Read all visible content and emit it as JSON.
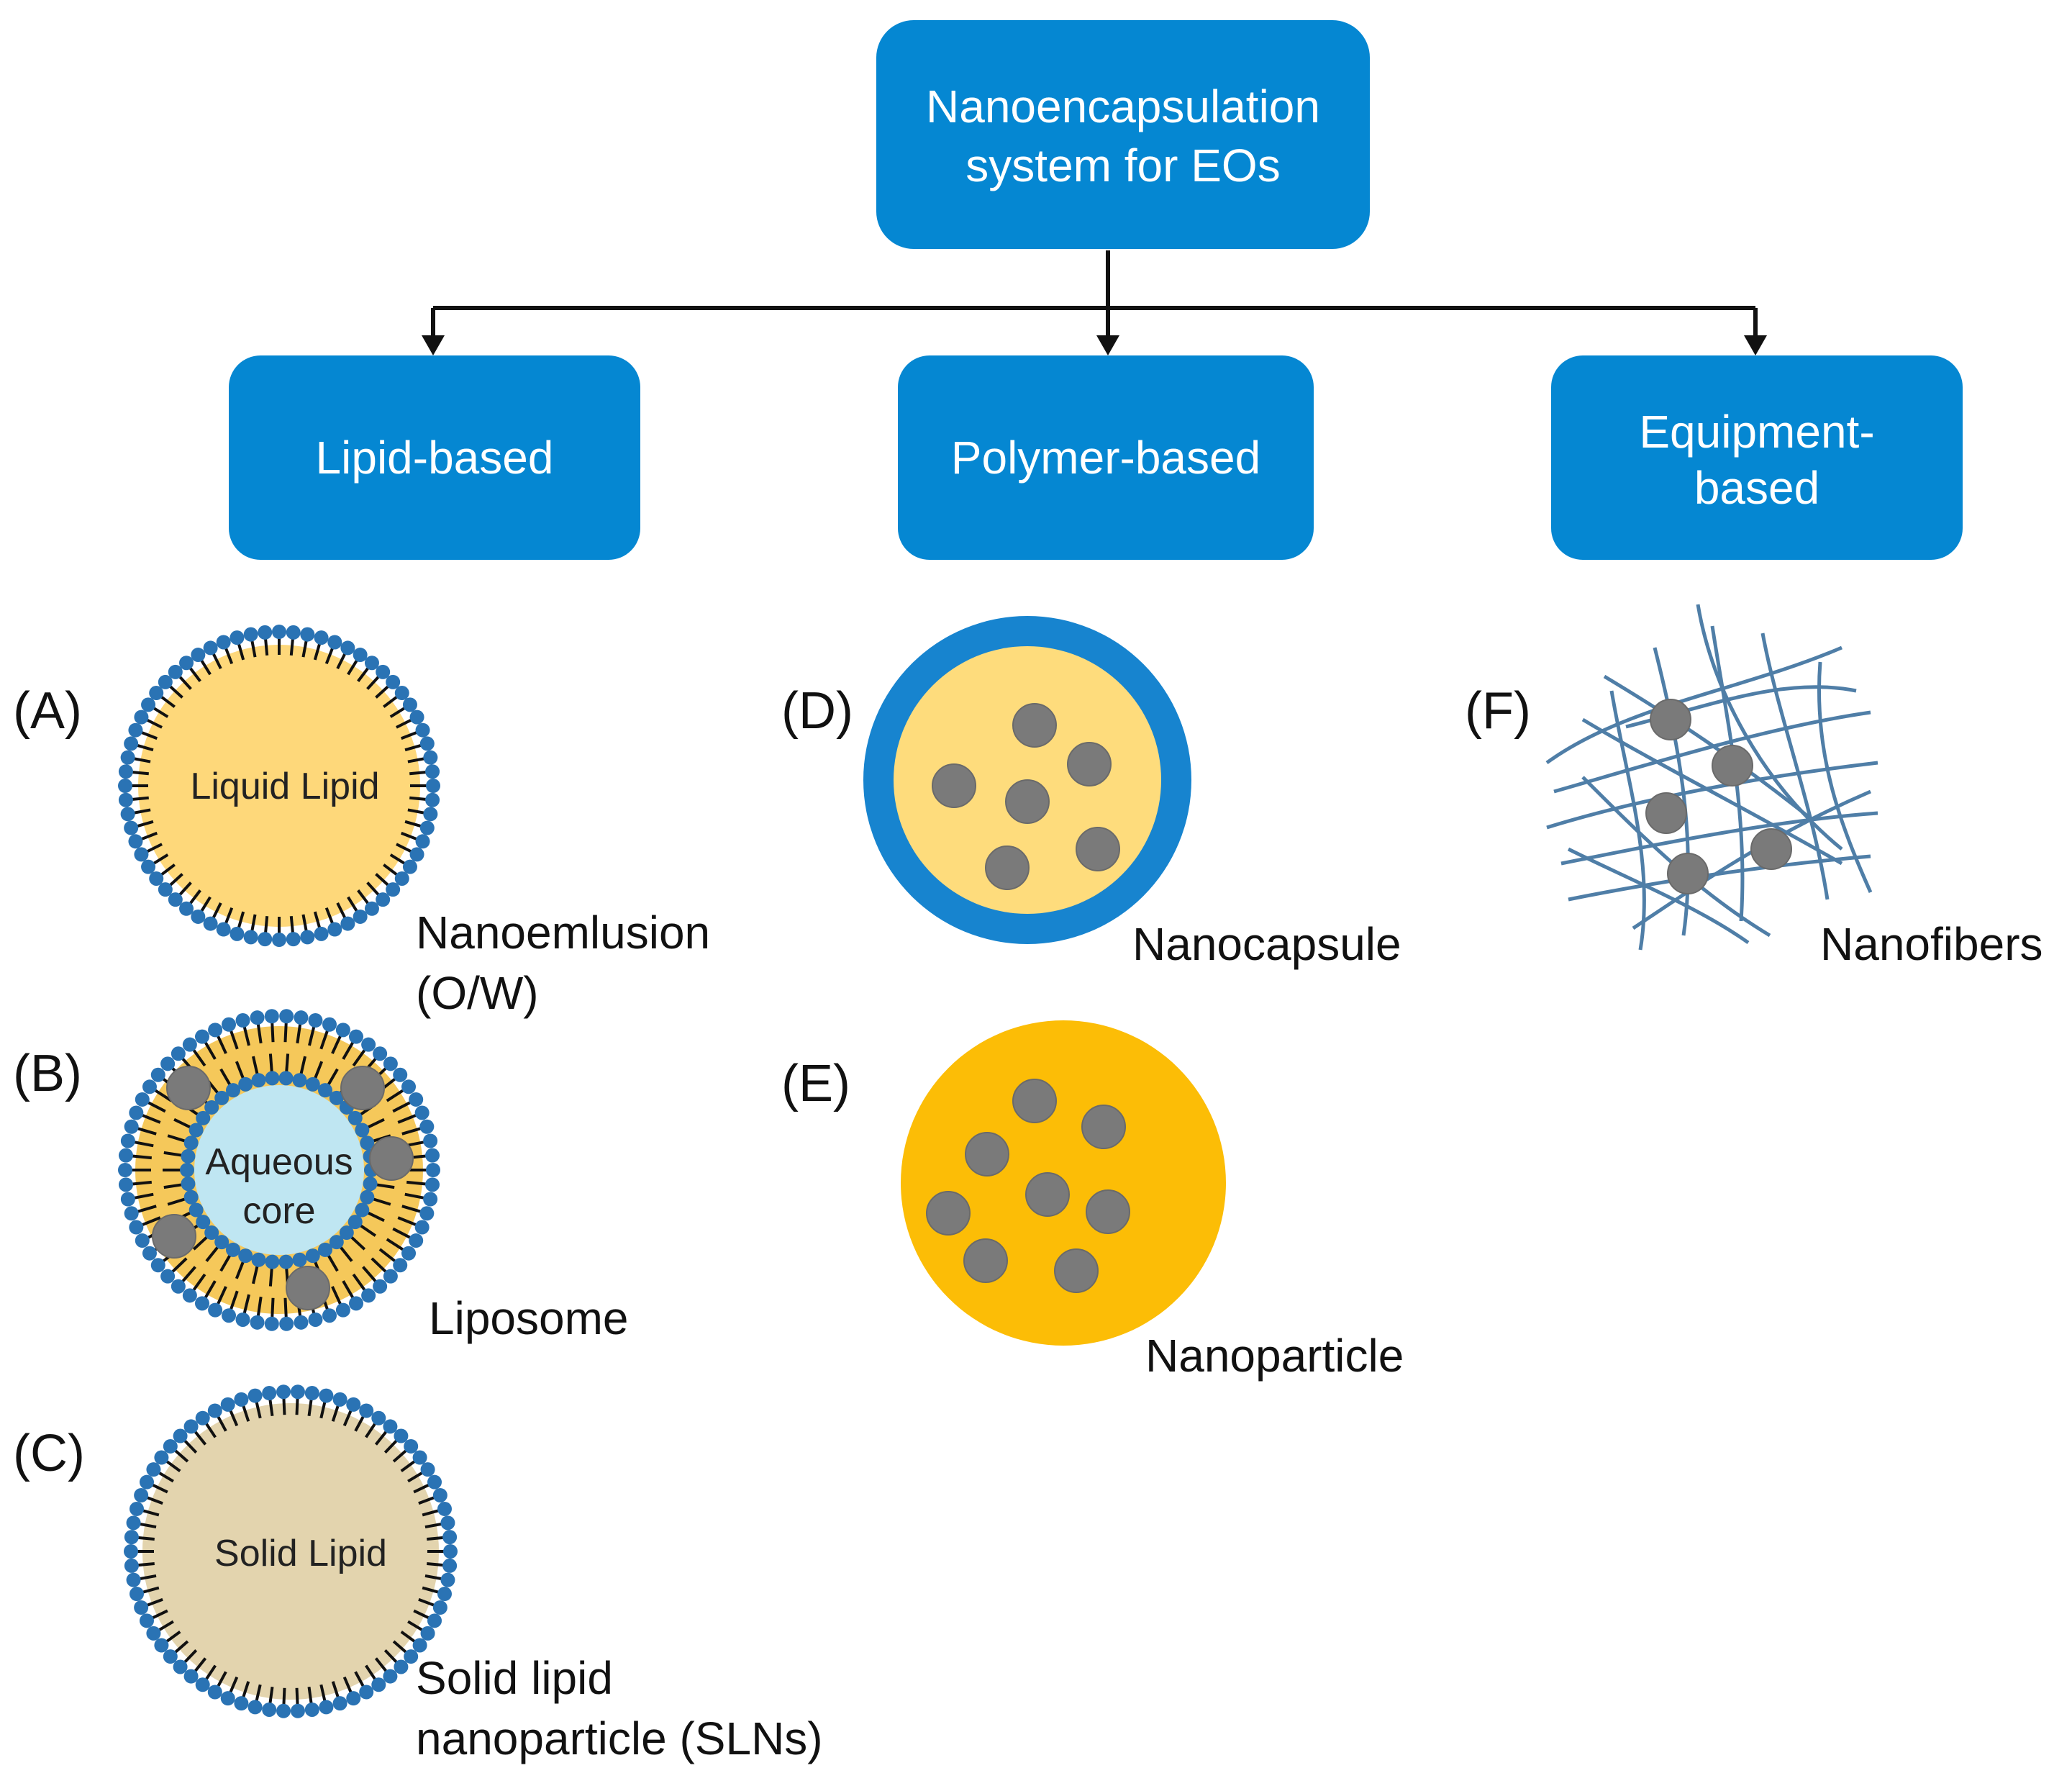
{
  "colors": {
    "box": "#0587d2",
    "box_text": "#ffffff",
    "connector": "#111111",
    "head_blue": "#2a73b4",
    "tail": "#111111",
    "liquid_lipid": "#fed87a",
    "aqueous": "#bfe6f2",
    "solid_lipid": "#e8dcb8",
    "capsule_shell": "#1784cf",
    "capsule_core": "#fedc7c",
    "nanoparticle": "#fcbd06",
    "drug": "#7a7a7a",
    "fiber": "#4f7ea7"
  },
  "root": {
    "line1": "Nanoencapsulation",
    "line2": "system for EOs"
  },
  "categories": {
    "lipid": "Lipid-based",
    "polymer": "Polymer-based",
    "equipment_line1": "Equipment-",
    "equipment_line2": "based"
  },
  "panels": {
    "A": {
      "tag": "(A)",
      "inner": "Liquid Lipid",
      "label1": "Nanoemlusion",
      "label2": "(O/W)"
    },
    "B": {
      "tag": "(B)",
      "inner1": "Aqueous",
      "inner2": "core",
      "label1": "Liposome"
    },
    "C": {
      "tag": "(C)",
      "inner": "Solid Lipid",
      "label1": "Solid lipid",
      "label2": "nanoparticle (SLNs)"
    },
    "D": {
      "tag": "(D)",
      "label1": "Nanocapsule"
    },
    "E": {
      "tag": "(E)",
      "label1": "Nanoparticle"
    },
    "F": {
      "tag": "(F)",
      "label1": "Nanofibers"
    }
  }
}
